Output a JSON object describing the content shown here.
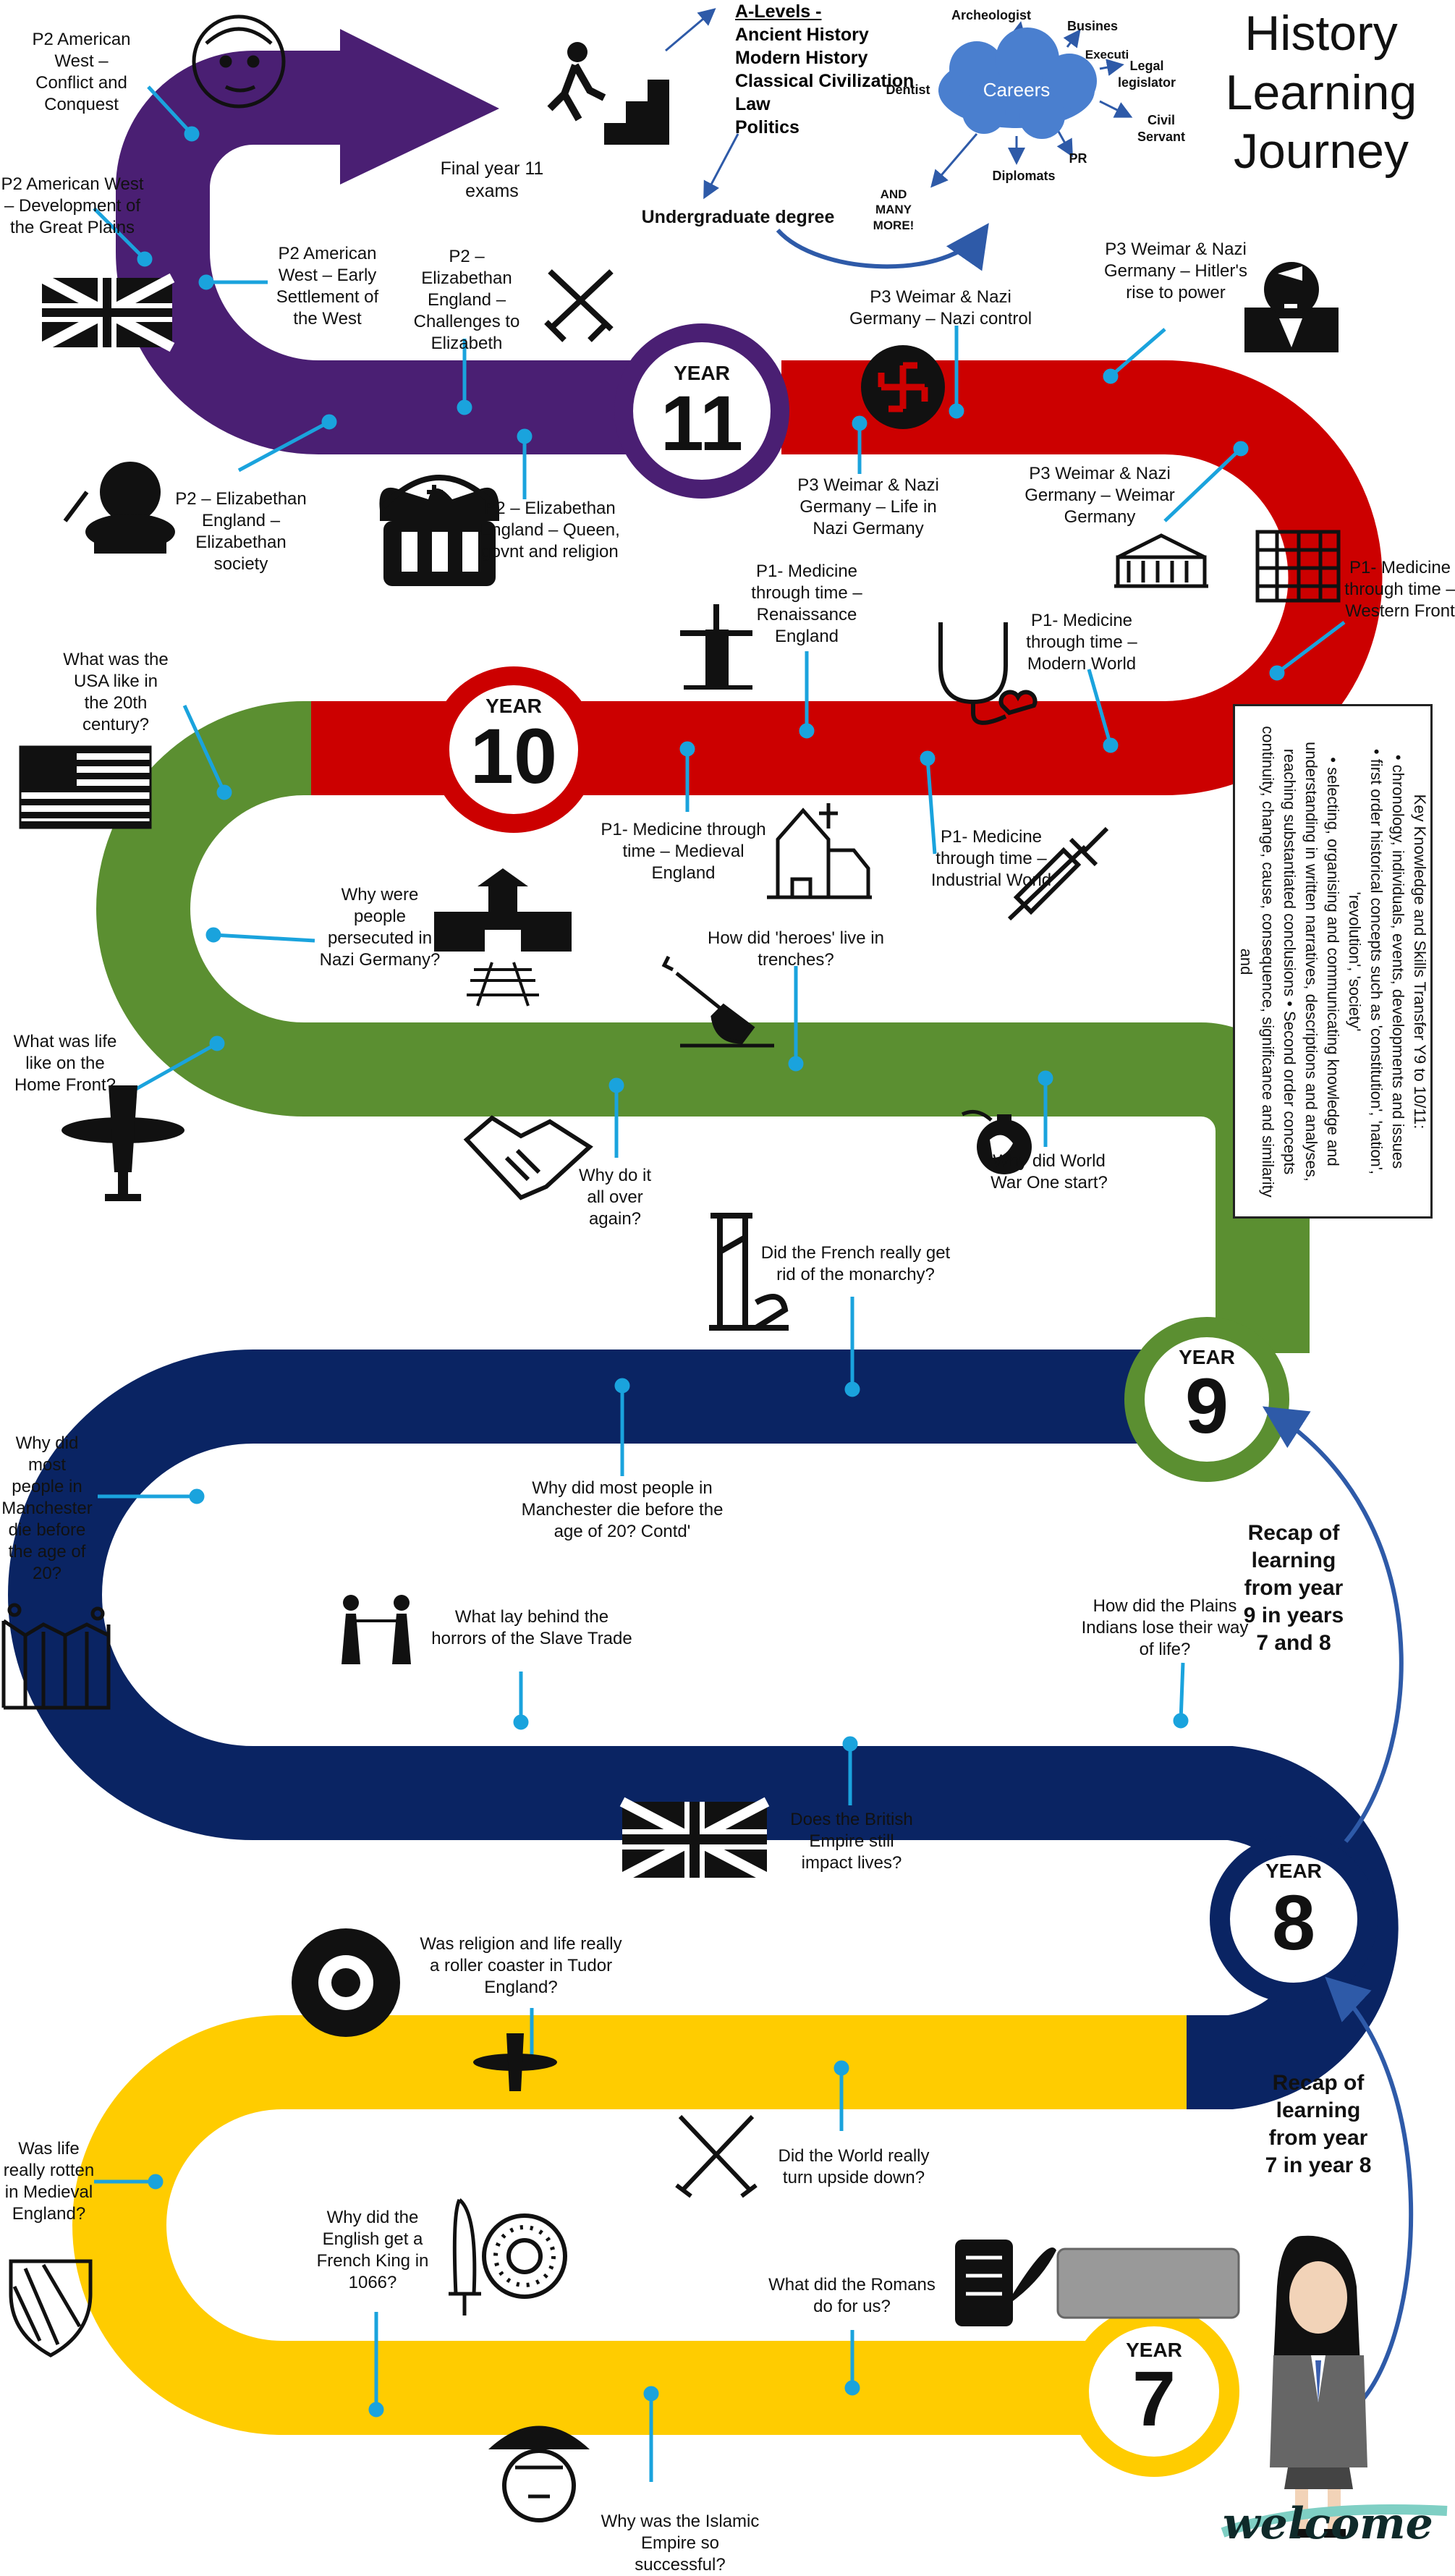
{
  "title": {
    "line1": "History",
    "line2": "Learning",
    "line3": "Journey"
  },
  "top_path": {
    "final_exams": "Final year 11 exams",
    "alevels_heading": "A-Levels -",
    "alevels": [
      "Ancient History",
      "Modern History",
      "Classical Civilization",
      "Law",
      "Politics"
    ],
    "undergraduate": "Undergraduate degree",
    "careers_center": "Careers",
    "careers": [
      "Archeologist",
      "Busines",
      "Executi",
      "Legal legislator",
      "Civil Servant",
      "PR",
      "Diplomats",
      "Dentist",
      "AND MANY MORE!"
    ]
  },
  "years": {
    "prefix": "YEAR",
    "y11": "11",
    "y10": "10",
    "y9": "9",
    "y8": "8",
    "y7": "7"
  },
  "year11_topics": {
    "american_conflict": "P2 American West – Conflict and Conquest",
    "american_development": "P2 American West – Development of the Great Plains",
    "american_early": "P2 American West – Early Settlement of the West",
    "elizabeth_challenges": "P2 – Elizabethan England – Challenges to Elizabeth",
    "elizabeth_society": "P2 – Elizabethan England – Elizabethan society",
    "elizabeth_queen": "P2 – Elizabethan England – Queen, govnt and religion",
    "nazi_control": "P3 Weimar & Nazi Germany – Nazi control",
    "hitler_rise": "P3 Weimar & Nazi Germany – Hitler's rise to power",
    "nazi_life": "P3 Weimar & Nazi Germany – Life in Nazi Germany",
    "weimar": "P3 Weimar & Nazi Germany – Weimar Germany"
  },
  "year10_topics": {
    "western_front": "P1- Medicine through time – Western Front",
    "renaissance": "P1- Medicine through time – Renaissance England",
    "modern_world": "P1- Medicine through time – Modern World",
    "medieval": "P1- Medicine through time – Medieval England",
    "industrial": "P1- Medicine through time – Industrial World"
  },
  "year9_topics": {
    "usa": "What was the USA like in the 20th century?",
    "persecuted": "Why were people persecuted in Nazi Germany?",
    "home_front": "What was life like on the Home Front?",
    "heroes": "How did 'heroes' live in trenches?",
    "all_over": "Why do it all over again?",
    "ww1": "Why did World War One start?",
    "french": "Did the French really get rid of the monarchy?"
  },
  "year8_topics": {
    "manchester": "Why did most people in Manchester die before the age of 20?",
    "manchester_contd": "Why did most people in Manchester die before the age of 20? Contd'",
    "slave": "What lay behind the horrors of the Slave Trade",
    "plains": "How did the Plains Indians lose their way of life?",
    "empire": "Does the British Empire still impact lives?"
  },
  "year7_topics": {
    "tudor": "Was religion and life really a roller coaster in Tudor England?",
    "medieval": "Was life really rotten in Medieval England?",
    "world_upside": "Did the World really turn upside down?",
    "french_king": "Why did the English get a French King in 1066?",
    "romans": "What did the Romans do for us?",
    "islamic": "Why was the Islamic Empire so successful?"
  },
  "knowledge_box": {
    "heading": "Key Knowledge and Skills Transfer Y9 to 10/11:",
    "b1": "• chronology, individuals, events, developments and issues",
    "b2": "• first order historical concepts such as 'constitution', 'nation', 'revolution', 'society'",
    "b3": "• selecting, organising and communicating knowledge and understanding in written narratives, descriptions and analyses, reaching substantiated conclusions • Second order concepts continuity, change, cause, consequence, significance and similarity and"
  },
  "recaps": {
    "y9": "Recap of learning from year 9 in years 7 and 8",
    "y7": "Recap of learning from year 7 in year 8"
  },
  "welcome": "welcome",
  "colors": {
    "purple": "#4a1f73",
    "red": "#cc0000",
    "green": "#5b8f31",
    "navy": "#0a2463",
    "yellow": "#ffcc00",
    "connector": "#1aa3dd",
    "arrow": "#2e5aa8",
    "cloud": "#4a7fcf"
  },
  "icons": [
    "portrait-icon",
    "stairs-icon",
    "uk-flag-icon",
    "swords-icon",
    "crown-icon",
    "ruff-lady-icon",
    "swastika-icon",
    "hitler-icon",
    "parliament-icon",
    "wall-icon",
    "windmill-icon",
    "stethoscope-icon",
    "usa-flag-icon",
    "church-icon",
    "syringe-icon",
    "camp-icon",
    "shovel-icon",
    "plane-icon",
    "handshake-icon",
    "bomb-globe-icon",
    "guillotine-icon",
    "factory-icon",
    "slaves-icon",
    "uk-flag-icon",
    "tudor-rose-icon",
    "muskets-icon",
    "sword-icon",
    "shield-emblem-icon",
    "quill-icon",
    "roman-helmet-icon",
    "student-icon"
  ]
}
